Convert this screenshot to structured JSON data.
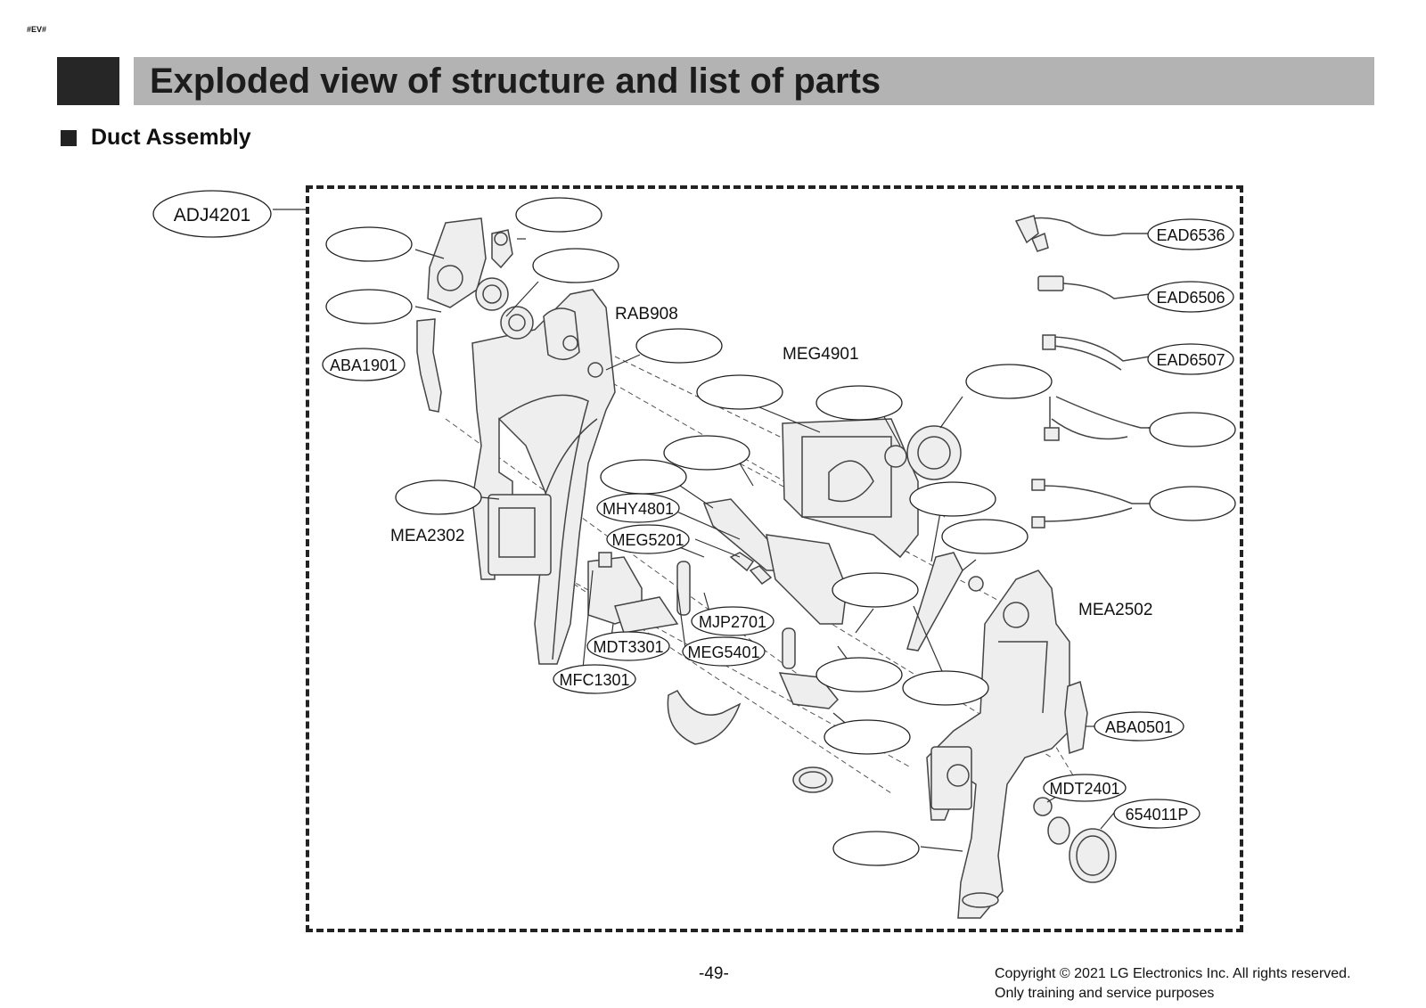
{
  "doc_tag": "#EV#",
  "header": {
    "title": "Exploded view of structure and list of parts"
  },
  "section": {
    "title": "Duct Assembly"
  },
  "diagram": {
    "part_callouts": {
      "adj4201": "ADJ4201",
      "aba1901": "ABA1901",
      "mea2302": "MEA2302",
      "rab908": "RAB908",
      "meg4901": "MEG4901",
      "mhy4801": "MHY4801",
      "meg5201": "MEG5201",
      "mjp2701": "MJP2701",
      "mdt3301": "MDT3301",
      "meg5401": "MEG5401",
      "mfc1301": "MFC1301",
      "ead6536": "EAD6536",
      "ead6506": "EAD6506",
      "ead6507": "EAD6507",
      "mea2502": "MEA2502",
      "aba0501": "ABA0501",
      "mdt2401": "MDT2401",
      "p654011p": "654011P"
    }
  },
  "footer": {
    "page_number": "-49-",
    "copyright": "Copyright © 2021 LG Electronics Inc. All rights reserved.",
    "note": "Only training and service purposes"
  }
}
